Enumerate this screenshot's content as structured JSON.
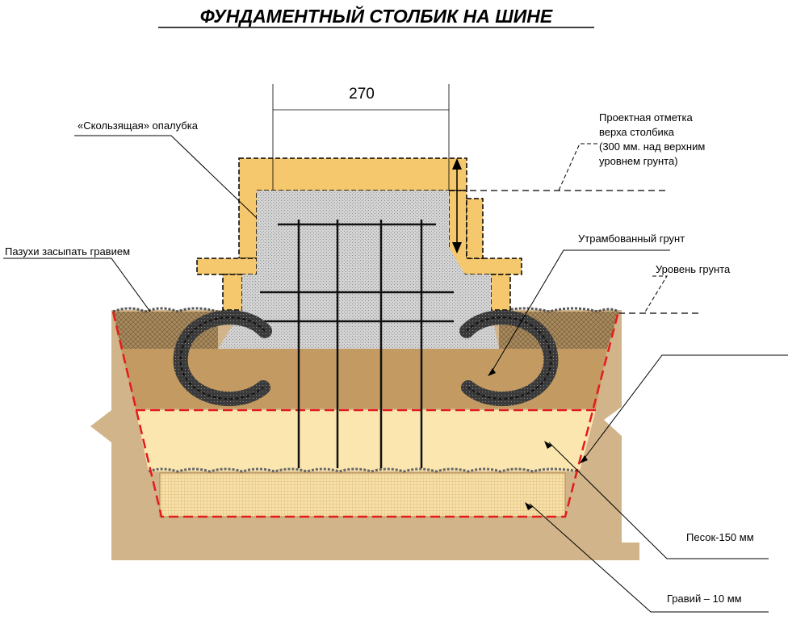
{
  "title": "ФУНДАМЕНТНЫЙ СТОЛБИК НА ШИНЕ",
  "dimension": "270",
  "labels": {
    "formwork": "«Скользящая» опалубка",
    "project_mark_line1": "Проектная отметка",
    "project_mark_line2": "верха столбика",
    "project_mark_line3": "(300 мм. над верхним",
    "project_mark_line4": "уровнем грунта)",
    "gravel_fill": "Пазухи засыпать гравием",
    "compacted_soil": "Утрамбованный грунт",
    "ground_level": "Уровень грунта",
    "sand": "Песок-150 мм",
    "gravel": "Гравий – 10 мм"
  },
  "colors": {
    "soil": "#d2b48a",
    "compacted": "#c39a62",
    "sand": "#fbe6b0",
    "formwork": "#f5c86e",
    "concrete": "#cfcfcf",
    "dash_red": "#e31b1b",
    "tire": "#2a2a2a"
  }
}
